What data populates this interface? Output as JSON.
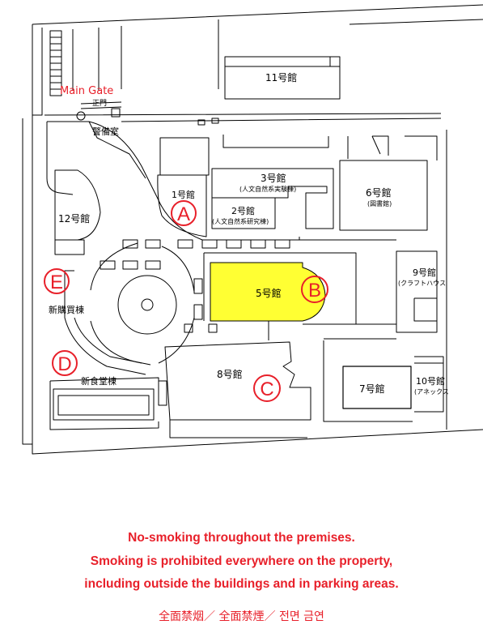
{
  "map": {
    "main_gate_label": "Main Gate",
    "main_gate_jp": "正門",
    "guard_room": "警備室",
    "buildings": {
      "b11": "11号館",
      "b3": "3号館",
      "b3_sub": "(人文自然系実験棟)",
      "b6": "6号館",
      "b6_sub": "(図書館)",
      "b1": "1号館",
      "b2": "2号館",
      "b2_sub": "(人文自然系研究棟)",
      "b12": "12号館",
      "b5": "5号館",
      "b9": "9号館",
      "b9_sub": "(クラフトハウス",
      "shinkobai": "新購買棟",
      "shinshokudo": "新食堂棟",
      "b8": "8号館",
      "b7": "7号館",
      "b10": "10号館",
      "b10_sub": "(アネックス"
    },
    "markers": {
      "A": "A",
      "B": "B",
      "C": "C",
      "D": "D",
      "E": "E"
    },
    "colors": {
      "highlight": "#ffff33",
      "marker": "#e8202a",
      "lines": "#000000"
    }
  },
  "notice": {
    "line1": "No-smoking throughout the premises.",
    "line2": "Smoking is prohibited everywhere on the property,",
    "line3": "including outside the buildings and in parking areas.",
    "footer": "全面禁烟／ 全面禁煙／ 전면 금연"
  }
}
